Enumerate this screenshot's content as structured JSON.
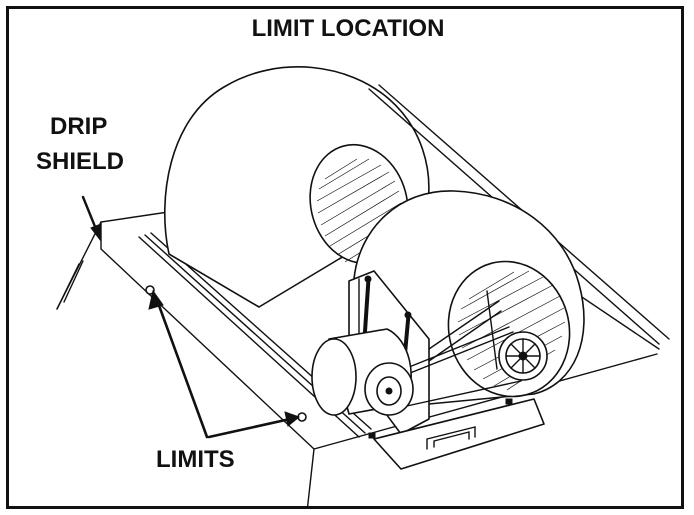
{
  "title": "LIMIT LOCATION",
  "labels": {
    "drip_shield": [
      "DRIP",
      "SHIELD"
    ],
    "limits": "LIMITS"
  },
  "colors": {
    "line": "#111111",
    "background": "#ffffff"
  }
}
